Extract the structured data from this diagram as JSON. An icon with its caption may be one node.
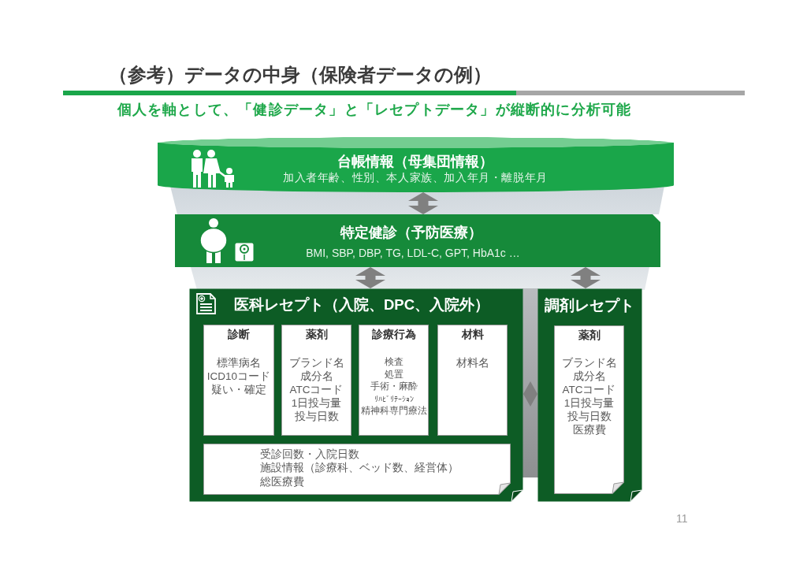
{
  "diagram": {
    "title": "（参考）データの中身（保険者データの例）",
    "nodes": [
      {
        "text": [
          "台帳情報（母集団情報）",
          "加入者年齢、性別、本人家族、加入年月・離脱年月"
        ]
      },
      {
        "text": [
          "特定健診（予防医療）",
          "BMI, SBP, DBP, TG, LDL-C, GPT, HbA1c …"
        ]
      },
      {
        "text": [
          "医科レセプト（入院、DPC、入院外）"
        ]
      },
      {
        "text": [
          "診断",
          "標準病名",
          "ICD10コード",
          "疑い・確定"
        ],
        "in": 2
      },
      {
        "text": [
          "薬剤",
          "ブランド名",
          "成分名",
          "ATCコード",
          "1日投与量",
          "投与日数"
        ],
        "in": 2
      },
      {
        "text": [
          "診療行為",
          "検査",
          "処置",
          "手術・麻酔",
          "ﾘﾊﾋﾞﾘﾃｰｼｮﾝ",
          "精神科専門療法"
        ],
        "in": 2
      },
      {
        "text": [
          "材料",
          "材料名"
        ],
        "in": 2
      },
      {
        "text": [
          "受診回数・入院日数",
          "施設情報（診療科、ベッド数、経営体）",
          "総医療費"
        ],
        "in": 2
      },
      {
        "text": [
          "調剤レセプト"
        ]
      },
      {
        "text": [
          "薬剤",
          "ブランド名",
          "成分名",
          "ATCコード",
          "1日投与量",
          "投与日数",
          "医療費"
        ],
        "in": 8
      }
    ],
    "edges": [
      {
        "from": 0,
        "to": 1,
        "arrow": "both"
      },
      {
        "from": 1,
        "to": 2,
        "arrow": "both"
      },
      {
        "from": 1,
        "to": 8,
        "arrow": "both"
      },
      {
        "from": 2,
        "to": 8,
        "arrow": "both"
      }
    ],
    "labels": [
      "個人を軸として、「健診データ」と「レセプトデータ」が縦断的に分析可能",
      "11"
    ]
  }
}
